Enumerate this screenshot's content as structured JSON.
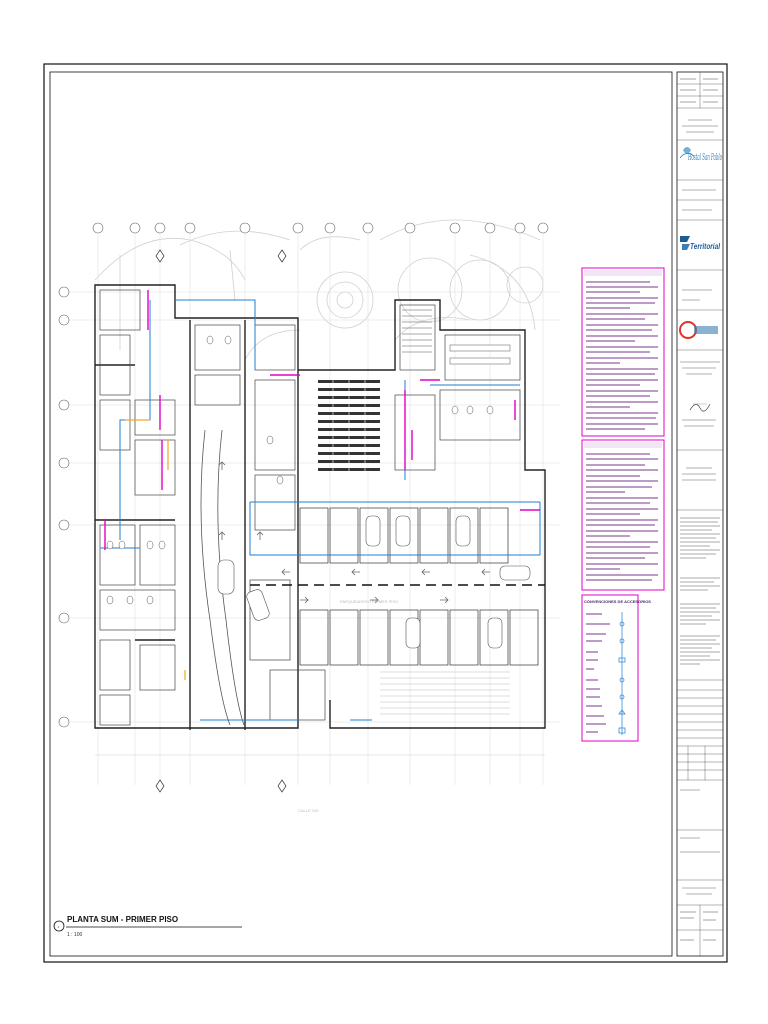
{
  "plan": {
    "title": "PLANTA SUM - PRIMER PISO",
    "scale": "1 : 100",
    "marker": "1",
    "street_label": "CALLE 100"
  },
  "brands": {
    "logo1": "Hostal San Pablo",
    "logo2": "Territorial"
  },
  "legend": {
    "title": "CONVENCIONES DE ACCESORIOS"
  },
  "colors": {
    "magenta": "#e200c8",
    "blue": "#1f7fd1",
    "cyan": "#4fc3f7",
    "gray": "#c8c8c8",
    "dark": "#222222"
  }
}
